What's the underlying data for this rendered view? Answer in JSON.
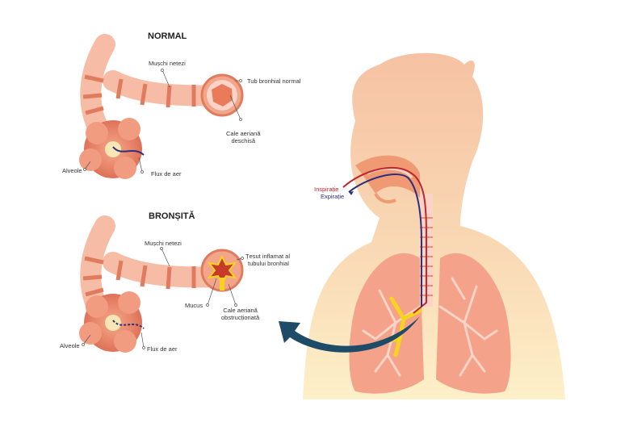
{
  "normal": {
    "title": "NORMAL",
    "labels": {
      "smooth_muscle": "Mușchi netezi",
      "normal_tube": "Tub bronhial normal",
      "open_airway_1": "Cale aeriană",
      "open_airway_2": "deschisă",
      "alveoli": "Alveole",
      "airflow": "Flux de aer"
    }
  },
  "bronchitis": {
    "title": "BRONȘITĂ",
    "labels": {
      "smooth_muscle": "Mușchi netezi",
      "inflamed_1": "Țesut inflamat al",
      "inflamed_2": "tubului bronhial",
      "mucus": "Mucus",
      "obstructed_1": "Cale aeriană",
      "obstructed_2": "obstrucționată",
      "alveoli": "Alveole",
      "airflow": "Flux de aer"
    }
  },
  "body": {
    "inspiration": "Inspirație",
    "expiration": "Expirație"
  },
  "colors": {
    "inspiration": "#c0272d",
    "expiration": "#2e2f7f",
    "arrow": "#1e4b68",
    "skin": "#f6c4a2",
    "tissue": "#ec8c6e"
  }
}
